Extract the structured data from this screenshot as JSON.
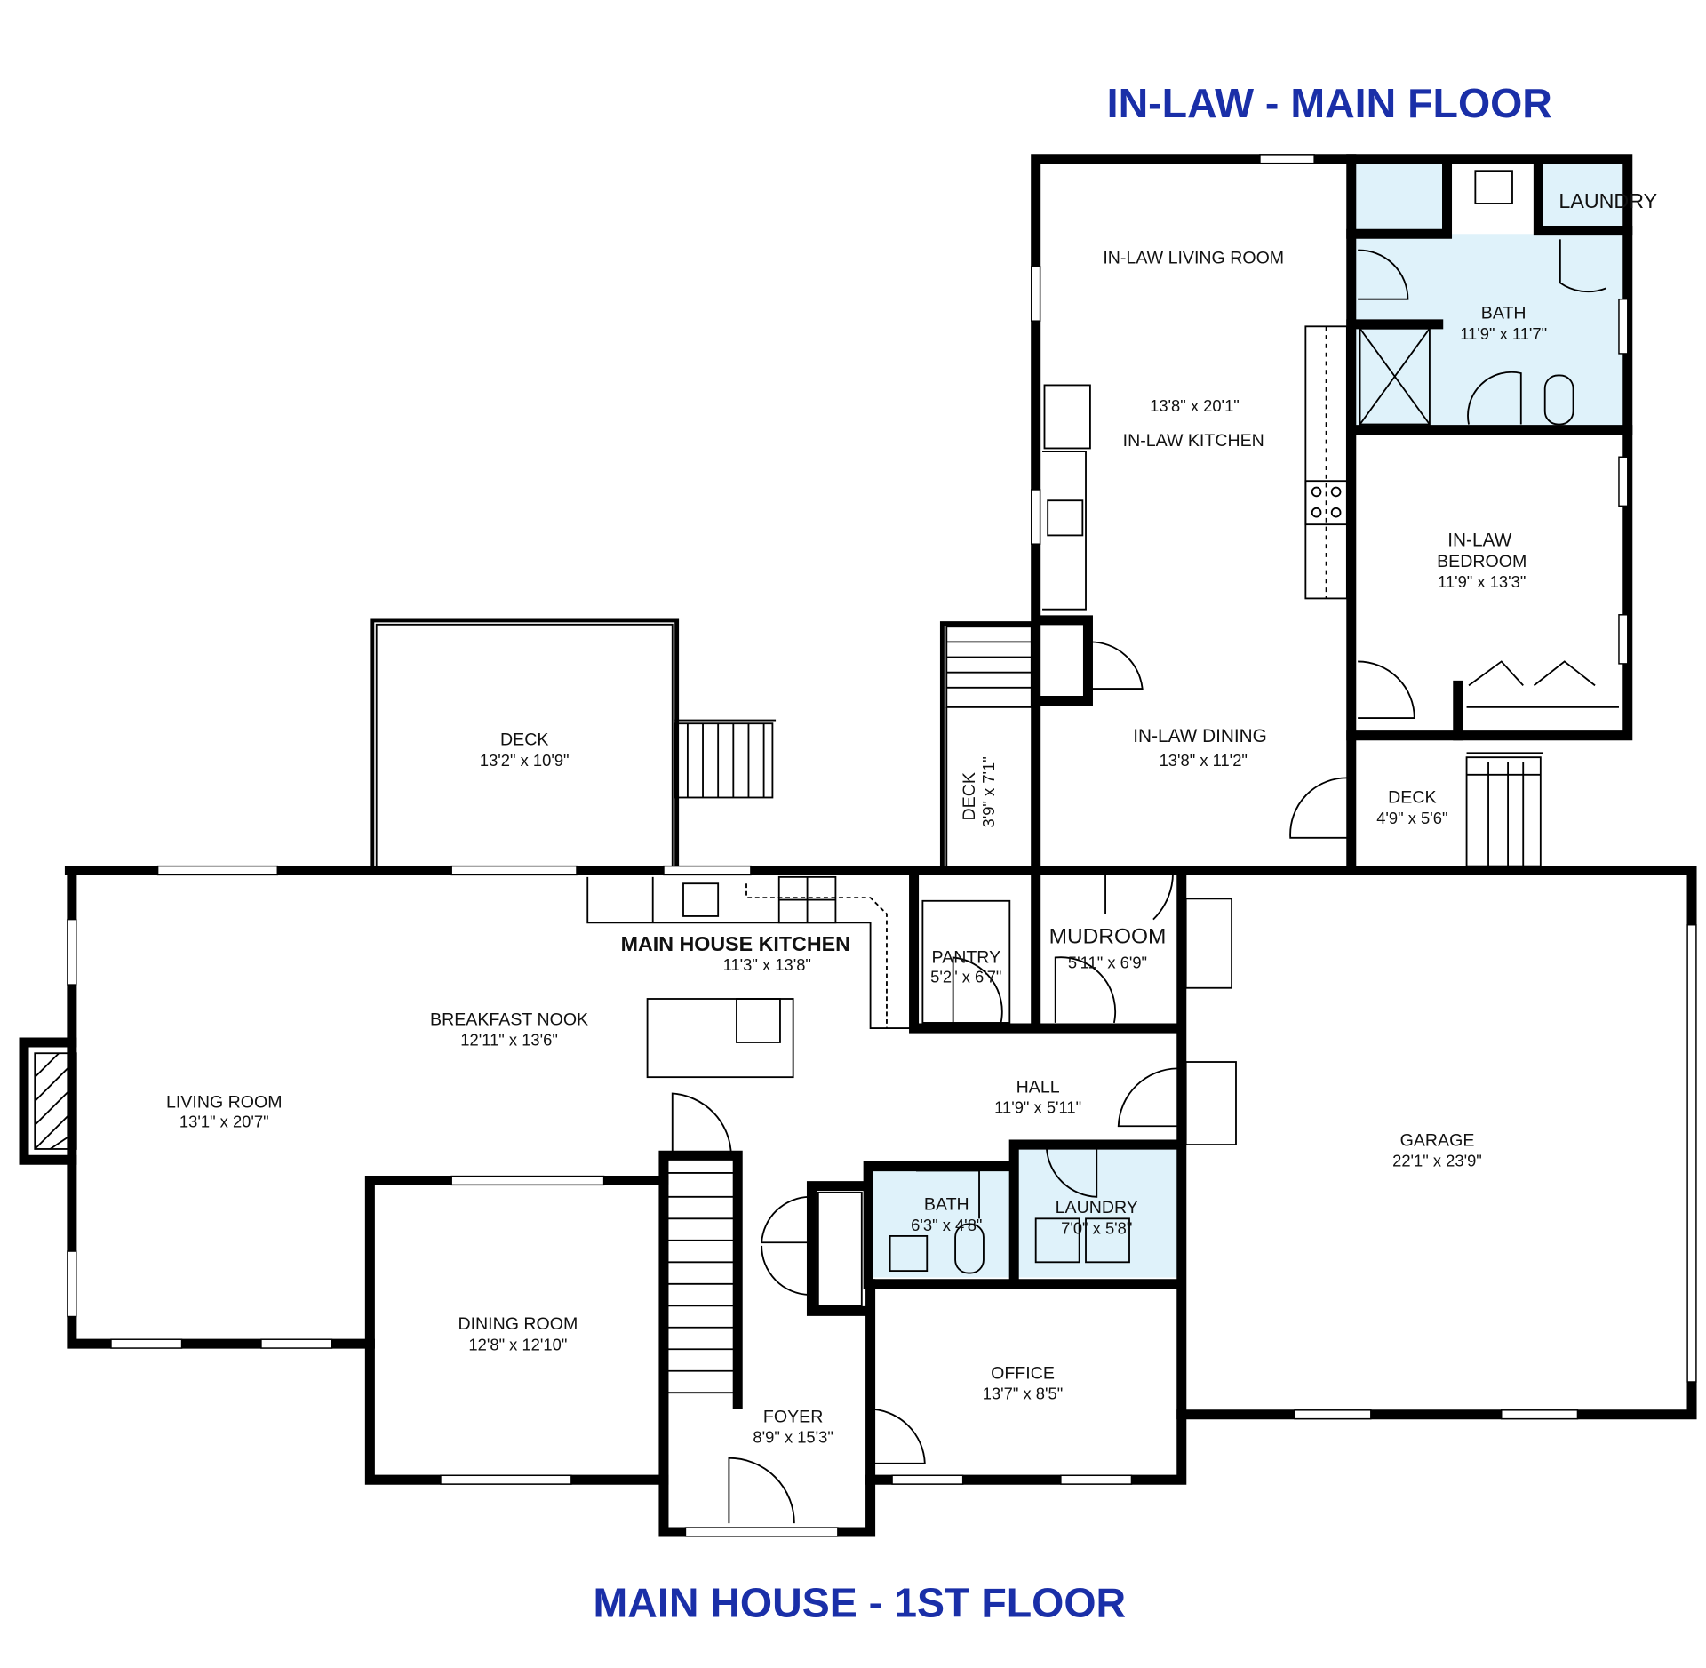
{
  "titles": {
    "in_law": "IN-LAW - MAIN FLOOR",
    "main_house": "MAIN HOUSE - 1ST  FLOOR"
  },
  "colors": {
    "title": "#1a2fa8",
    "wet_room_fill": "#dff2fa",
    "walls": "#000000"
  },
  "rooms": {
    "inlaw_living": {
      "name": "IN-LAW LIVING ROOM"
    },
    "inlaw_kitchen": {
      "name": "IN-LAW KITCHEN",
      "size": "13'8\" x 20'1\""
    },
    "inlaw_laundry": {
      "name": "LAUNDRY"
    },
    "inlaw_bath": {
      "name": "BATH",
      "size": "11'9\" x 11'7\""
    },
    "inlaw_bedroom": {
      "name1": "IN-LAW",
      "name2": "BEDROOM",
      "size": "11'9\" x 13'3\""
    },
    "inlaw_dining": {
      "name": "IN-LAW DINING",
      "size": "13'8\" x 11'2\""
    },
    "inlaw_deck": {
      "name": "DECK",
      "size": "4'9\" x 5'6\""
    },
    "side_deck": {
      "name": "DECK",
      "size": "3'9\" x 7'1\""
    },
    "deck": {
      "name": "DECK",
      "size": "13'2\" x 10'9\""
    },
    "kitchen": {
      "name": "MAIN HOUSE KITCHEN",
      "size": "11'3\" x 13'8\""
    },
    "pantry": {
      "name": "PANTRY",
      "size": "5'2\" x 6'7\""
    },
    "mudroom": {
      "name": "MUDROOM",
      "size": "5'11\" x 6'9\""
    },
    "breakfast": {
      "name": "BREAKFAST NOOK",
      "size": "12'11\" x 13'6\""
    },
    "living": {
      "name": "LIVING ROOM",
      "size": "13'1\" x 20'7\""
    },
    "hall": {
      "name": "HALL",
      "size": "11'9\" x 5'11\""
    },
    "garage": {
      "name": "GARAGE",
      "size": "22'1\" x 23'9\""
    },
    "bath": {
      "name": "BATH",
      "size": "6'3\" x 4'8\""
    },
    "laundry": {
      "name": "LAUNDRY",
      "size": "7'0\" x 5'8\""
    },
    "dining": {
      "name": "DINING ROOM",
      "size": "12'8\" x 12'10\""
    },
    "office": {
      "name": "OFFICE",
      "size": "13'7\" x 8'5\""
    },
    "foyer": {
      "name": "FOYER",
      "size": "8'9\" x 15'3\""
    }
  }
}
